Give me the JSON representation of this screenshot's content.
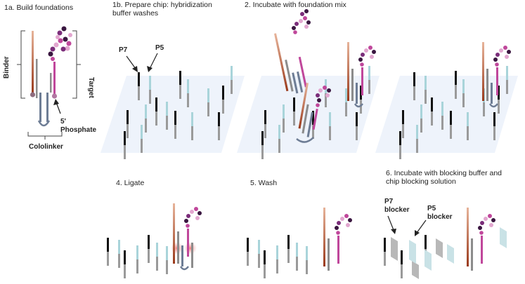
{
  "panels": {
    "p1a": {
      "title": "1a. Build foundations"
    },
    "p1b": {
      "title_line1": "1b. Prepare chip: hybridization",
      "title_line2": "buffer washes"
    },
    "p2": {
      "title": "2. Incubate with foundation mix"
    },
    "p4": {
      "title": "4. Ligate"
    },
    "p5": {
      "title": "5. Wash"
    },
    "p6": {
      "title_line1": "6. Incubate with blocking buffer and",
      "title_line2": "chip blocking solution"
    }
  },
  "labels": {
    "binder": "Binder",
    "target": "Target",
    "phosphate_line1": "5'",
    "phosphate_line2": "Phosphate",
    "cololinker": "Cololinker",
    "p7": "P7",
    "p5": "P5",
    "p7_blocker_line1": "P7",
    "p7_blocker_line2": "blocker",
    "p5_blocker_line1": "P5",
    "p5_blocker_line2": "blocker"
  },
  "colors": {
    "chip": "#eef3fb",
    "p7_strand": "#111111",
    "p5_strand": "#a9d4da",
    "stem": "#9a9a9a",
    "binder": "#b5532c",
    "target": "#c0479b",
    "linker": "#6e7d95",
    "ligation_glow": "#f08a8a",
    "blocker": "#b8b8b8",
    "p5_blocker": "#c9e2e6"
  }
}
